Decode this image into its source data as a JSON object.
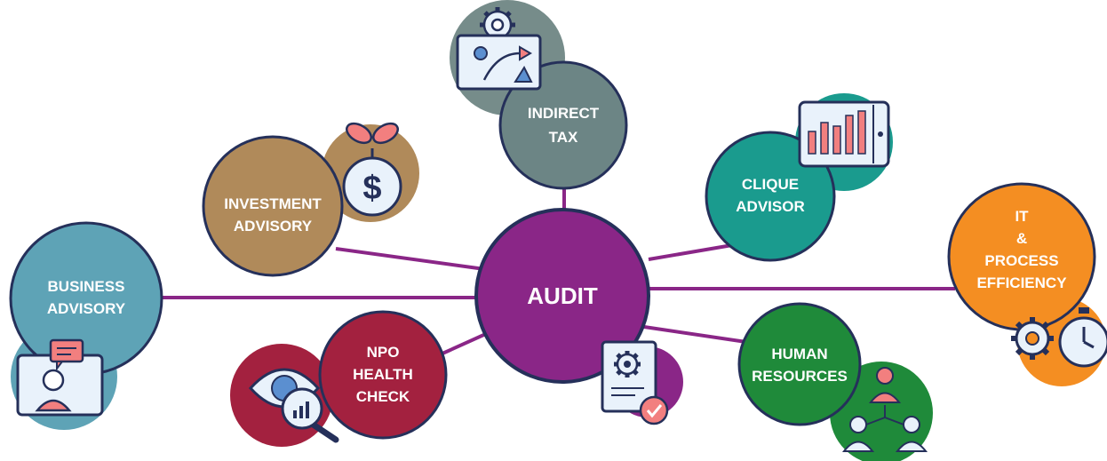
{
  "center": {
    "label": "AUDIT"
  },
  "nodes": [
    {
      "id": "business",
      "lines": [
        "BUSINESS",
        "ADVISORY"
      ],
      "color": "#5ea3b6"
    },
    {
      "id": "investment",
      "lines": [
        "INVESTMENT",
        "ADVISORY"
      ],
      "color": "#b08a5a"
    },
    {
      "id": "indirect",
      "lines": [
        "INDIRECT",
        "TAX"
      ],
      "color": "#6c8585"
    },
    {
      "id": "clique",
      "lines": [
        "CLIQUE",
        "ADVISOR"
      ],
      "color": "#1a9b8e"
    },
    {
      "id": "it",
      "lines": [
        "IT",
        "&",
        "PROCESS",
        "EFFICIENCY"
      ],
      "color": "#f48e22"
    },
    {
      "id": "hr",
      "lines": [
        "HUMAN",
        "RESOURCES"
      ],
      "color": "#1f8a3a"
    },
    {
      "id": "npo",
      "lines": [
        "NPO",
        "HEALTH",
        "CHECK"
      ],
      "color": "#a3213f"
    }
  ],
  "colors": {
    "audit": "#8a2687",
    "connector": "#8a2687",
    "outline": "#25305a",
    "icon_fill": "#e9f2fb",
    "icon_accent": "#f27f7f"
  },
  "icons": [
    "flowchart-icon",
    "gear-icon",
    "money-plant-icon",
    "dollar-icon",
    "bar-chart-tablet-icon",
    "gears-stopwatch-icon",
    "org-chart-people-icon",
    "document-checkmark-icon",
    "eye-magnifier-icon",
    "video-call-chat-icon"
  ]
}
